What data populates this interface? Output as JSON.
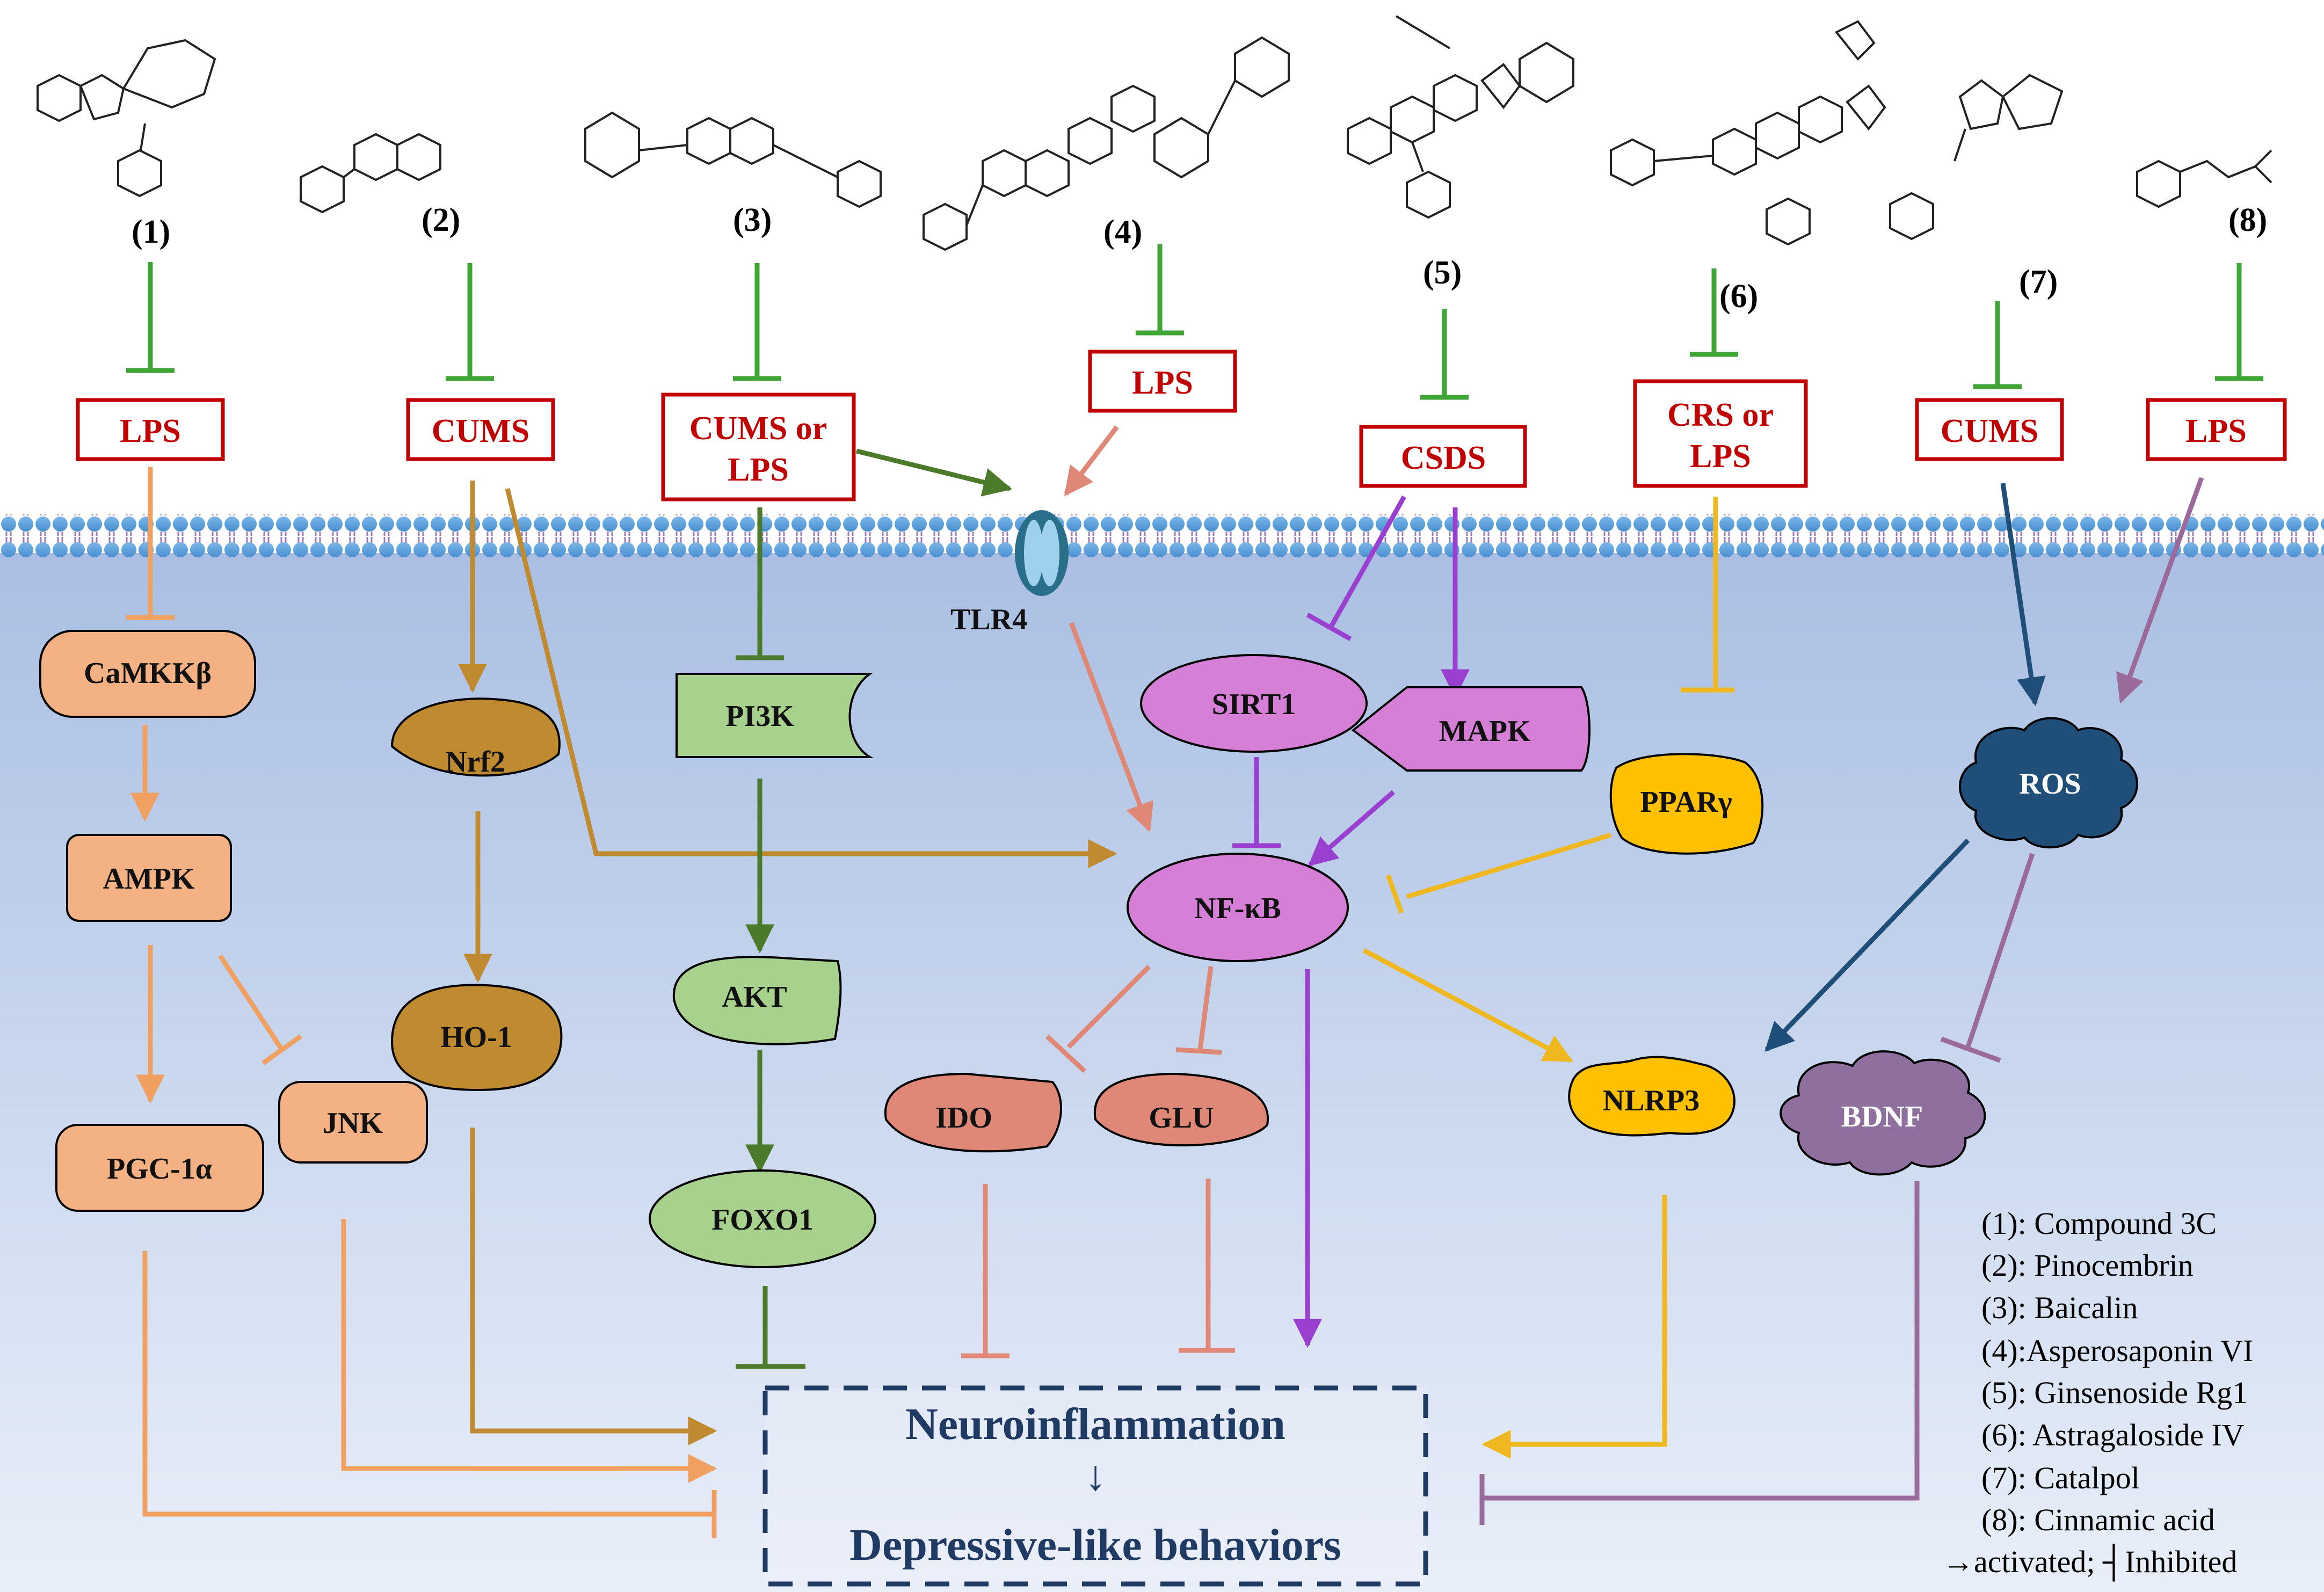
{
  "compounds": [
    {
      "num": "(1)",
      "name": "Compound 3C"
    },
    {
      "num": "(2)",
      "name": "Pinocembrin"
    },
    {
      "num": "(3)",
      "name": "Baicalin"
    },
    {
      "num": "(4)",
      "name": "Asperosaponin VI"
    },
    {
      "num": "(5)",
      "name": "Ginsenoside Rg1"
    },
    {
      "num": "(6)",
      "name": "Astragaloside IV"
    },
    {
      "num": "(7)",
      "name": "Catalpol"
    },
    {
      "num": "(8)",
      "name": "Cinnamic acid"
    }
  ],
  "stimuli": {
    "s1": "LPS",
    "s2": "CUMS",
    "s3a": "CUMS or",
    "s3b": "LPS",
    "s4": "LPS",
    "s5": "CSDS",
    "s6a": "CRS or",
    "s6b": "LPS",
    "s7": "CUMS",
    "s8": "LPS"
  },
  "nodes": {
    "tlr4": "TLR4",
    "camkkb": "CaMKKβ",
    "ampk": "AMPK",
    "pgc1a": "PGC-1α",
    "jnk": "JNK",
    "nrf2": "Nrf2",
    "ho1": "HO-1",
    "pi3k": "PI3K",
    "akt": "AKT",
    "foxo1": "FOXO1",
    "sirt1": "SIRT1",
    "mapk": "MAPK",
    "nfkb": "NF-κB",
    "ido": "IDO",
    "glu": "GLU",
    "ppar": "PPARγ",
    "nlrp3": "NLRP3",
    "ros": "ROS",
    "bdnf": "BDNF"
  },
  "outcome": {
    "line1": "Neuroinflammation",
    "arrow": "↓",
    "line2": "Depressive-like behaviors"
  },
  "legend": {
    "items": [
      "(1): Compound 3C",
      "(2): Pinocembrin",
      "(3): Baicalin",
      "(4):Asperosaponin VI",
      "(5): Ginsenoside Rg1",
      "(6): Astragaloside IV",
      "(7): Catalpol",
      "(8): Cinnamic acid"
    ],
    "key": "→activated; ┤Inhibited"
  },
  "colors": {
    "stimulus_red": "#c00000",
    "inhibit_green": "#3fa535",
    "orange_path": "#f0a060",
    "brown_path": "#c08a30",
    "darkgreen_path": "#4a7a2a",
    "pink_path": "#e08878",
    "purple_path": "#9a40d0",
    "yellow_path": "#f0b820",
    "navy_path": "#1f4e79",
    "mauve_path": "#9a6a9a",
    "outcome_navy": "#1f3b64"
  }
}
